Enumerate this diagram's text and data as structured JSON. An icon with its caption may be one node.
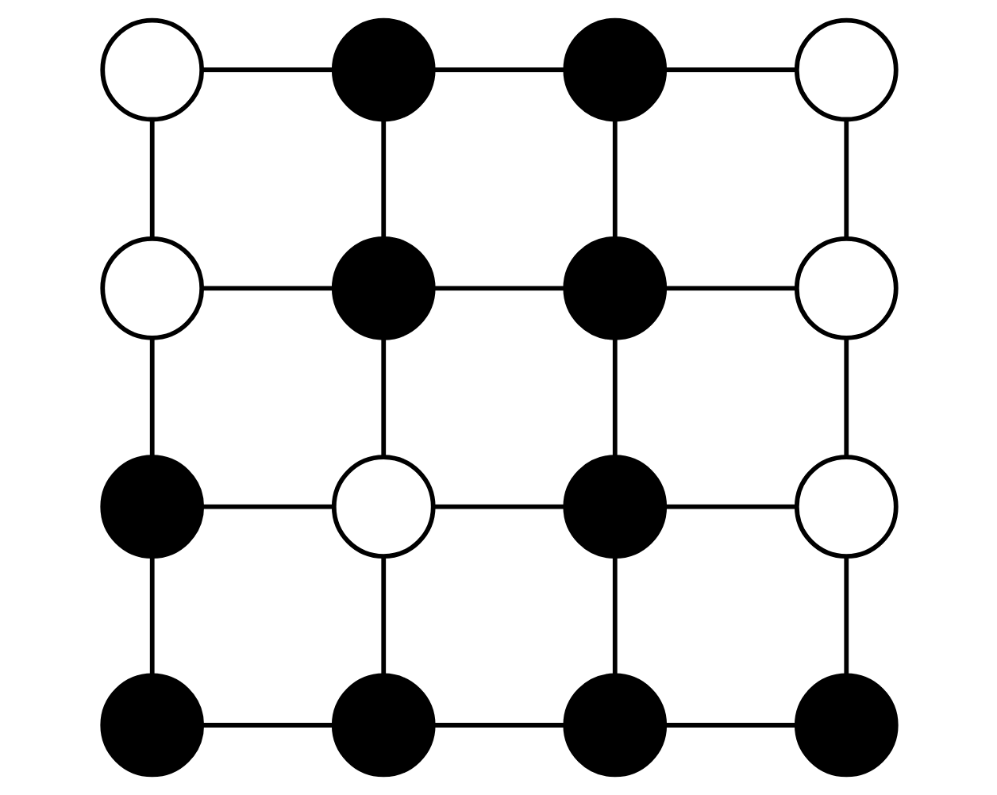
{
  "diagram": {
    "nodes": [
      {
        "text": [],
        "shape": "circle"
      },
      {
        "text": [],
        "shape": "circle"
      },
      {
        "text": [],
        "shape": "circle"
      },
      {
        "text": [],
        "shape": "circle"
      },
      {
        "text": [],
        "shape": "circle"
      },
      {
        "text": [],
        "shape": "circle"
      },
      {
        "text": [],
        "shape": "circle"
      },
      {
        "text": [],
        "shape": "circle"
      },
      {
        "text": [],
        "shape": "circle"
      },
      {
        "text": [],
        "shape": "circle"
      },
      {
        "text": [],
        "shape": "circle"
      },
      {
        "text": [],
        "shape": "circle"
      },
      {
        "text": [],
        "shape": "circle"
      },
      {
        "text": [],
        "shape": "circle"
      },
      {
        "text": [],
        "shape": "circle"
      },
      {
        "text": [],
        "shape": "circle"
      }
    ],
    "edges": [
      {
        "from": 0,
        "to": 1,
        "arrow": "none"
      },
      {
        "from": 1,
        "to": 2,
        "arrow": "none"
      },
      {
        "from": 2,
        "to": 3,
        "arrow": "none"
      },
      {
        "from": 4,
        "to": 5,
        "arrow": "none"
      },
      {
        "from": 5,
        "to": 6,
        "arrow": "none"
      },
      {
        "from": 6,
        "to": 7,
        "arrow": "none"
      },
      {
        "from": 8,
        "to": 9,
        "arrow": "none"
      },
      {
        "from": 9,
        "to": 10,
        "arrow": "none"
      },
      {
        "from": 10,
        "to": 11,
        "arrow": "none"
      },
      {
        "from": 12,
        "to": 13,
        "arrow": "none"
      },
      {
        "from": 13,
        "to": 14,
        "arrow": "none"
      },
      {
        "from": 14,
        "to": 15,
        "arrow": "none"
      },
      {
        "from": 0,
        "to": 4,
        "arrow": "none"
      },
      {
        "from": 4,
        "to": 8,
        "arrow": "none"
      },
      {
        "from": 8,
        "to": 12,
        "arrow": "none"
      },
      {
        "from": 1,
        "to": 5,
        "arrow": "none"
      },
      {
        "from": 5,
        "to": 9,
        "arrow": "none"
      },
      {
        "from": 9,
        "to": 13,
        "arrow": "none"
      },
      {
        "from": 2,
        "to": 6,
        "arrow": "none"
      },
      {
        "from": 6,
        "to": 10,
        "arrow": "none"
      },
      {
        "from": 10,
        "to": 14,
        "arrow": "none"
      },
      {
        "from": 3,
        "to": 7,
        "arrow": "none"
      },
      {
        "from": 7,
        "to": 11,
        "arrow": "none"
      },
      {
        "from": 11,
        "to": 15,
        "arrow": "none"
      }
    ]
  }
}
